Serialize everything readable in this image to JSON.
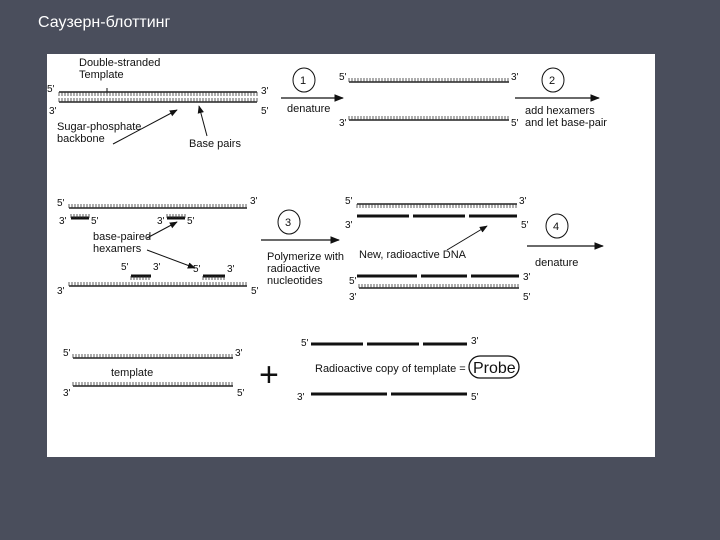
{
  "slide": {
    "title": "Саузерн-блоттинг"
  },
  "diagram": {
    "panel1": {
      "template_label": "Double-stranded\nTemplate",
      "backbone_label": "Sugar-phosphate\nbackbone",
      "basepairs_label": "Base pairs",
      "ends": {
        "top_left": "5'",
        "top_right": "3'",
        "bottom_left": "3'",
        "bottom_right": "5'"
      }
    },
    "step1": {
      "number": "1",
      "label": "denature"
    },
    "panel2": {
      "ends": {
        "top_left": "5'",
        "top_right": "3'",
        "bottom_left": "3'",
        "bottom_right": "5'"
      }
    },
    "step2": {
      "number": "2",
      "label": "add hexamers\nand let base-pair"
    },
    "panel3": {
      "hexamers_label": "base-paired\nhexamers",
      "ends": {
        "top_left": "5'",
        "top_right": "3'",
        "top_seg_a_left": "3'",
        "top_seg_a_right": "5'",
        "top_seg_b_left": "3'",
        "top_seg_b_right": "5'",
        "bot_seg_a_left": "5'",
        "bot_seg_a_right": "3'",
        "bot_seg_b_left": "5'",
        "bot_seg_b_right": "3'",
        "bottom_left": "3'",
        "bottom_right": "5'"
      }
    },
    "step3": {
      "number": "3",
      "label": "Polymerize with\nradioactive\nnucleotides"
    },
    "new_dna_label": "New, radioactive DNA",
    "panel4": {
      "ends": {
        "t1_left": "5'",
        "t1_right": "3'",
        "t2_left": "3'",
        "t2_right": "5'",
        "b1_left": "5'",
        "b1_right": "3'",
        "b2_left": "3'",
        "b2_right": "5'"
      }
    },
    "step4": {
      "number": "4",
      "label": "denature"
    },
    "panel5": {
      "template_label": "template",
      "ends": {
        "top_left": "5'",
        "top_right": "3'",
        "bottom_left": "3'",
        "bottom_right": "5'"
      }
    },
    "plus": "+",
    "panel6": {
      "copy_label": "Radioactive copy of template =",
      "probe_label": "Probe",
      "ends": {
        "top_left": "5'",
        "top_right": "3'",
        "bottom_left": "3'",
        "bottom_right": "5'"
      }
    }
  }
}
